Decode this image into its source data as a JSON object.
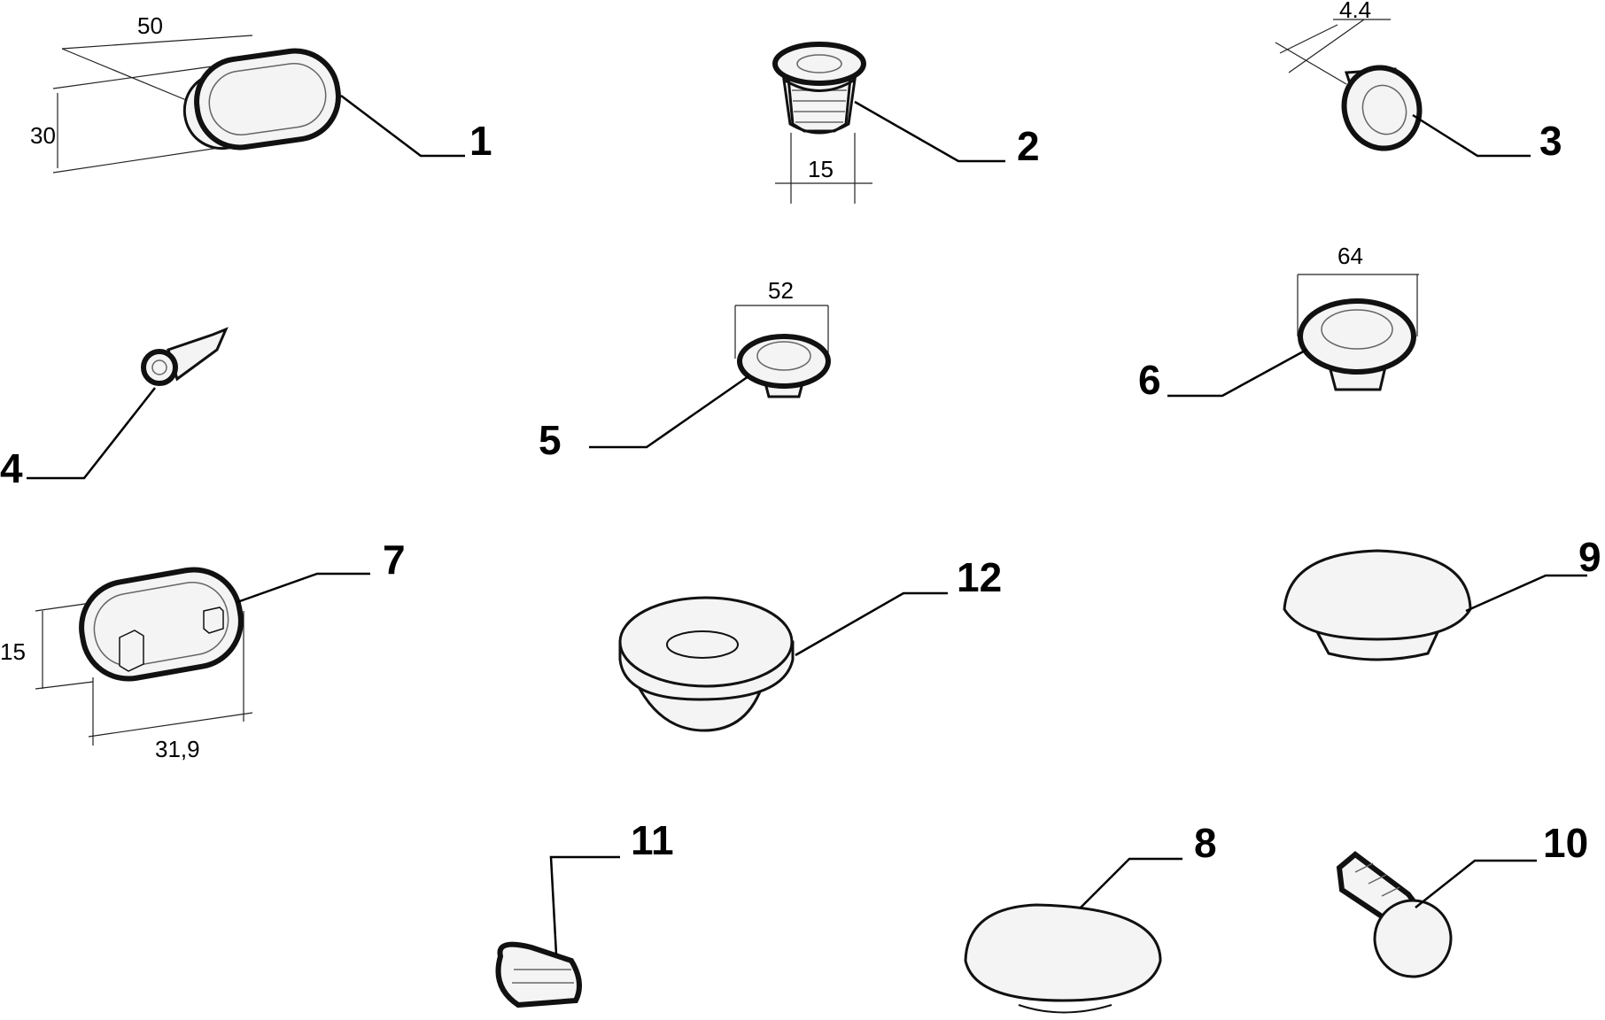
{
  "callouts": {
    "c1": "1",
    "c2": "2",
    "c3": "3",
    "c4": "4",
    "c5": "5",
    "c6": "6",
    "c7": "7",
    "c8": "8",
    "c9": "9",
    "c10": "10",
    "c11": "11",
    "c12": "12"
  },
  "dimensions": {
    "p1_length": "50",
    "p1_height": "30",
    "p2_width": "15",
    "p3_width": "4.4",
    "p5_width": "52",
    "p6_width": "64",
    "p7_height": "15",
    "p7_length": "31,9"
  }
}
